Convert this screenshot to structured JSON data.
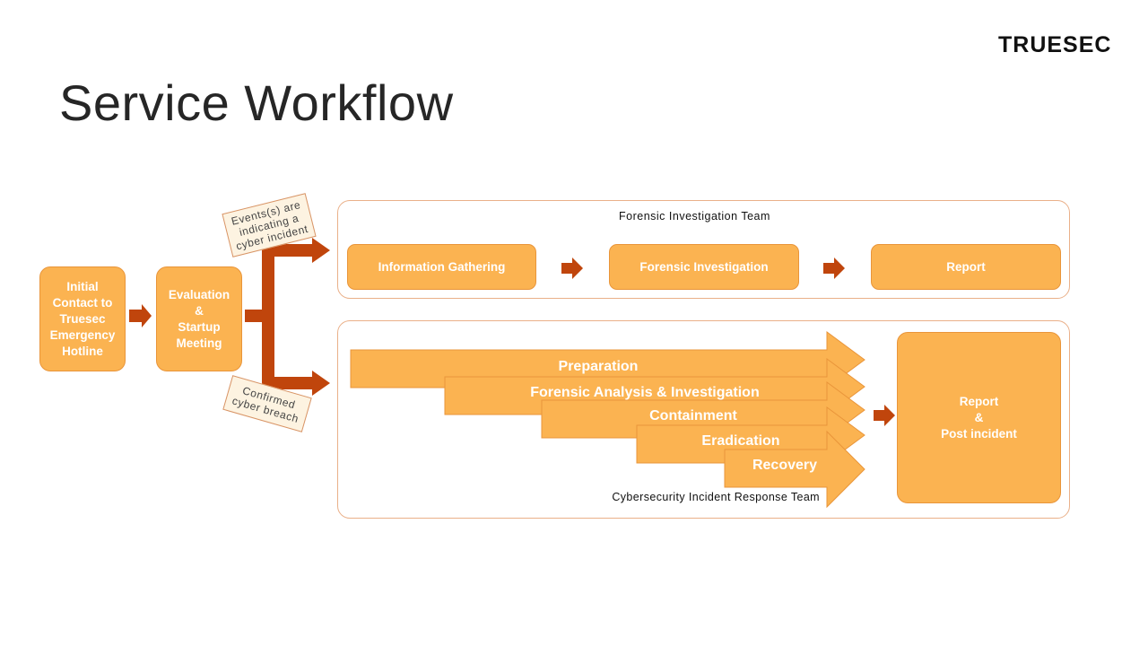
{
  "logo": "TRUESEC",
  "title": "Service Workflow",
  "colors": {
    "box_fill": "#fbb351",
    "box_border": "#e9953a",
    "arrow": "#c0450c",
    "panel_border": "#eab089",
    "note_fill": "#fdf3e1"
  },
  "steps": {
    "initial_contact": "Initial\nContact to\nTruesec\nEmergency\nHotline",
    "evaluation": "Evaluation\n&\nStartup\nMeeting"
  },
  "notes": {
    "incident": "Events(s) are\nindicating a\ncyber incident",
    "breach": "Confirmed\ncyber breach"
  },
  "forensic_team": {
    "label": "Forensic Investigation Team",
    "steps": [
      "Information Gathering",
      "Forensic Investigation",
      "Report"
    ]
  },
  "incident_team": {
    "label": "Cybersecurity Incident Response Team",
    "phases": [
      "Preparation",
      "Forensic Analysis & Investigation",
      "Containment",
      "Eradication",
      "Recovery"
    ],
    "final_step": "Report\n&\nPost incident"
  }
}
